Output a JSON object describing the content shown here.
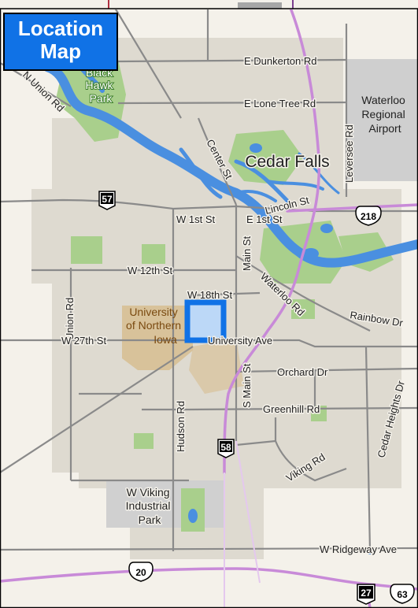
{
  "title": {
    "line1": "Location",
    "line2": "Map"
  },
  "colors": {
    "water": "#4a8fe0",
    "park": "#a9cf8c",
    "urban": "#dedad0",
    "university": "#d8c29a",
    "highway": "#c88ad8",
    "road": "#8a8a8a",
    "marker": "#1072e6",
    "marker_fill": "#bcd8f7"
  },
  "places": {
    "black_hawk_park": [
      "Black",
      "Hawk",
      "Park"
    ],
    "airport": [
      "Waterloo",
      "Regional",
      "Airport"
    ],
    "city": "Cedar Falls",
    "university": [
      "University",
      "of Northern",
      "Iowa"
    ],
    "industrial_park": [
      "W Viking",
      "Industrial",
      "Park"
    ]
  },
  "roads": {
    "e_dunkerton": "E Dunkerton Rd",
    "e_lone_tree": "E Lone Tree Rd",
    "n_union": "N Union Rd",
    "center_st": "Center St",
    "leversee": "Leversee Rd",
    "lincoln": "Lincoln St",
    "w_1st": "W 1st St",
    "e_1st": "E 1st St",
    "main_st": "Main St",
    "w_12th": "W 12th St",
    "w_18th": "W 18th St",
    "waterloo_rd": "Waterloo Rd",
    "rainbow": "Rainbow Dr",
    "union_rd": "Union Rd",
    "w_27th": "W 27th St",
    "university_ave": "University Ave",
    "orchard": "Orchard Dr",
    "s_main": "S Main St",
    "greenhill": "Greenhill Rd",
    "hudson": "Hudson Rd",
    "cedar_heights": "Cedar Heights Dr",
    "viking": "Viking Rd",
    "w_ridgeway": "W Ridgeway Ave"
  },
  "shields": {
    "s57": "57",
    "s218": "218",
    "s58": "58",
    "s20": "20",
    "s27": "27",
    "s63": "63"
  }
}
